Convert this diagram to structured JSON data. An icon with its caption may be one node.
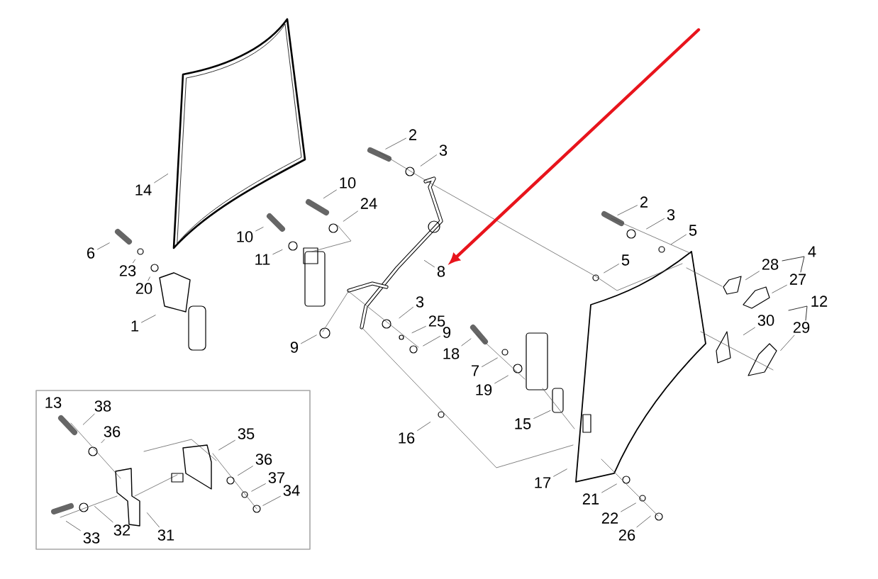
{
  "diagram": {
    "nodes": [
      {
        "text": [
          "2"
        ]
      },
      {
        "text": [
          "3"
        ]
      },
      {
        "text": [
          "14"
        ]
      },
      {
        "text": [
          "10"
        ]
      },
      {
        "text": [
          "24"
        ]
      },
      {
        "text": [
          "2"
        ]
      },
      {
        "text": [
          "3"
        ]
      },
      {
        "text": [
          "5"
        ]
      },
      {
        "text": [
          "10"
        ]
      },
      {
        "text": [
          "6"
        ]
      },
      {
        "text": [
          "4"
        ]
      },
      {
        "text": [
          "11"
        ]
      },
      {
        "text": [
          "5"
        ]
      },
      {
        "text": [
          "23"
        ]
      },
      {
        "text": [
          "8"
        ]
      },
      {
        "text": [
          "28"
        ]
      },
      {
        "text": [
          "20"
        ]
      },
      {
        "text": [
          "27"
        ]
      },
      {
        "text": [
          "12"
        ]
      },
      {
        "text": [
          "3"
        ]
      },
      {
        "text": [
          "1"
        ]
      },
      {
        "text": [
          "25"
        ]
      },
      {
        "text": [
          "9"
        ]
      },
      {
        "text": [
          "30"
        ]
      },
      {
        "text": [
          "29"
        ]
      },
      {
        "text": [
          "9"
        ]
      },
      {
        "text": [
          "18"
        ]
      },
      {
        "text": [
          "7"
        ]
      },
      {
        "text": [
          "19"
        ]
      },
      {
        "text": [
          "15"
        ]
      },
      {
        "text": [
          "16"
        ]
      },
      {
        "text": [
          "17"
        ]
      },
      {
        "text": [
          "21"
        ]
      },
      {
        "text": [
          "22"
        ]
      },
      {
        "text": [
          "26"
        ]
      },
      {
        "text": [],
        "shape": "box"
      },
      {
        "text": [
          "13"
        ],
        "in": 35
      },
      {
        "text": [
          "38"
        ],
        "in": 35
      },
      {
        "text": [
          "36"
        ],
        "in": 35
      },
      {
        "text": [
          "35"
        ],
        "in": 35
      },
      {
        "text": [
          "36"
        ],
        "in": 35
      },
      {
        "text": [
          "37"
        ],
        "in": 35
      },
      {
        "text": [
          "34"
        ],
        "in": 35
      },
      {
        "text": [
          "33"
        ],
        "in": 35
      },
      {
        "text": [
          "32"
        ],
        "in": 35
      },
      {
        "text": [
          "31"
        ],
        "in": 35
      }
    ],
    "edges": [
      {
        "from": 0,
        "to": null,
        "arrow": "none"
      },
      {
        "from": 1,
        "to": null,
        "arrow": "none"
      },
      {
        "from": 2,
        "to": null,
        "arrow": "none"
      },
      {
        "from": 3,
        "to": null,
        "arrow": "none"
      },
      {
        "from": 4,
        "to": null,
        "arrow": "none"
      },
      {
        "from": 5,
        "to": null,
        "arrow": "none"
      },
      {
        "from": 6,
        "to": null,
        "arrow": "none"
      },
      {
        "from": 7,
        "to": null,
        "arrow": "none"
      },
      {
        "from": 8,
        "to": null,
        "arrow": "none"
      },
      {
        "from": 9,
        "to": null,
        "arrow": "none"
      },
      {
        "from": 11,
        "to": null,
        "arrow": "none"
      },
      {
        "from": 12,
        "to": null,
        "arrow": "none"
      },
      {
        "from": 13,
        "to": null,
        "arrow": "none"
      },
      {
        "from": 14,
        "to": null,
        "arrow": "none"
      },
      {
        "from": 15,
        "to": null,
        "arrow": "none"
      },
      {
        "from": 16,
        "to": null,
        "arrow": "none"
      },
      {
        "from": 17,
        "to": null,
        "arrow": "none"
      },
      {
        "from": 19,
        "to": null,
        "arrow": "none"
      },
      {
        "from": 20,
        "to": null,
        "arrow": "none"
      },
      {
        "from": 21,
        "to": null,
        "arrow": "none"
      },
      {
        "from": 22,
        "to": null,
        "arrow": "none"
      },
      {
        "from": 23,
        "to": null,
        "arrow": "none"
      },
      {
        "from": 24,
        "to": null,
        "arrow": "none"
      },
      {
        "from": 25,
        "to": null,
        "arrow": "none"
      },
      {
        "from": 26,
        "to": null,
        "arrow": "none"
      },
      {
        "from": 27,
        "to": null,
        "arrow": "none"
      },
      {
        "from": 28,
        "to": null,
        "arrow": "none"
      },
      {
        "from": 29,
        "to": null,
        "arrow": "none"
      },
      {
        "from": 30,
        "to": null,
        "arrow": "none"
      },
      {
        "from": 31,
        "to": null,
        "arrow": "none"
      },
      {
        "from": 32,
        "to": null,
        "arrow": "none"
      },
      {
        "from": 33,
        "to": null,
        "arrow": "none"
      },
      {
        "from": 34,
        "to": null,
        "arrow": "none"
      },
      {
        "from": 37,
        "to": null,
        "arrow": "none"
      },
      {
        "from": 38,
        "to": null,
        "arrow": "none"
      },
      {
        "from": 39,
        "to": null,
        "arrow": "none"
      },
      {
        "from": 40,
        "to": null,
        "arrow": "none"
      },
      {
        "from": 41,
        "to": null,
        "arrow": "none"
      },
      {
        "from": 42,
        "to": null,
        "arrow": "none"
      },
      {
        "from": 43,
        "to": null,
        "arrow": "none"
      },
      {
        "from": 44,
        "to": null,
        "arrow": "none"
      },
      {
        "from": 45,
        "to": null,
        "arrow": "none"
      },
      {
        "from": null,
        "to": 14,
        "arrow": "to",
        "style": "thick",
        "color": "#e8141c"
      }
    ]
  }
}
